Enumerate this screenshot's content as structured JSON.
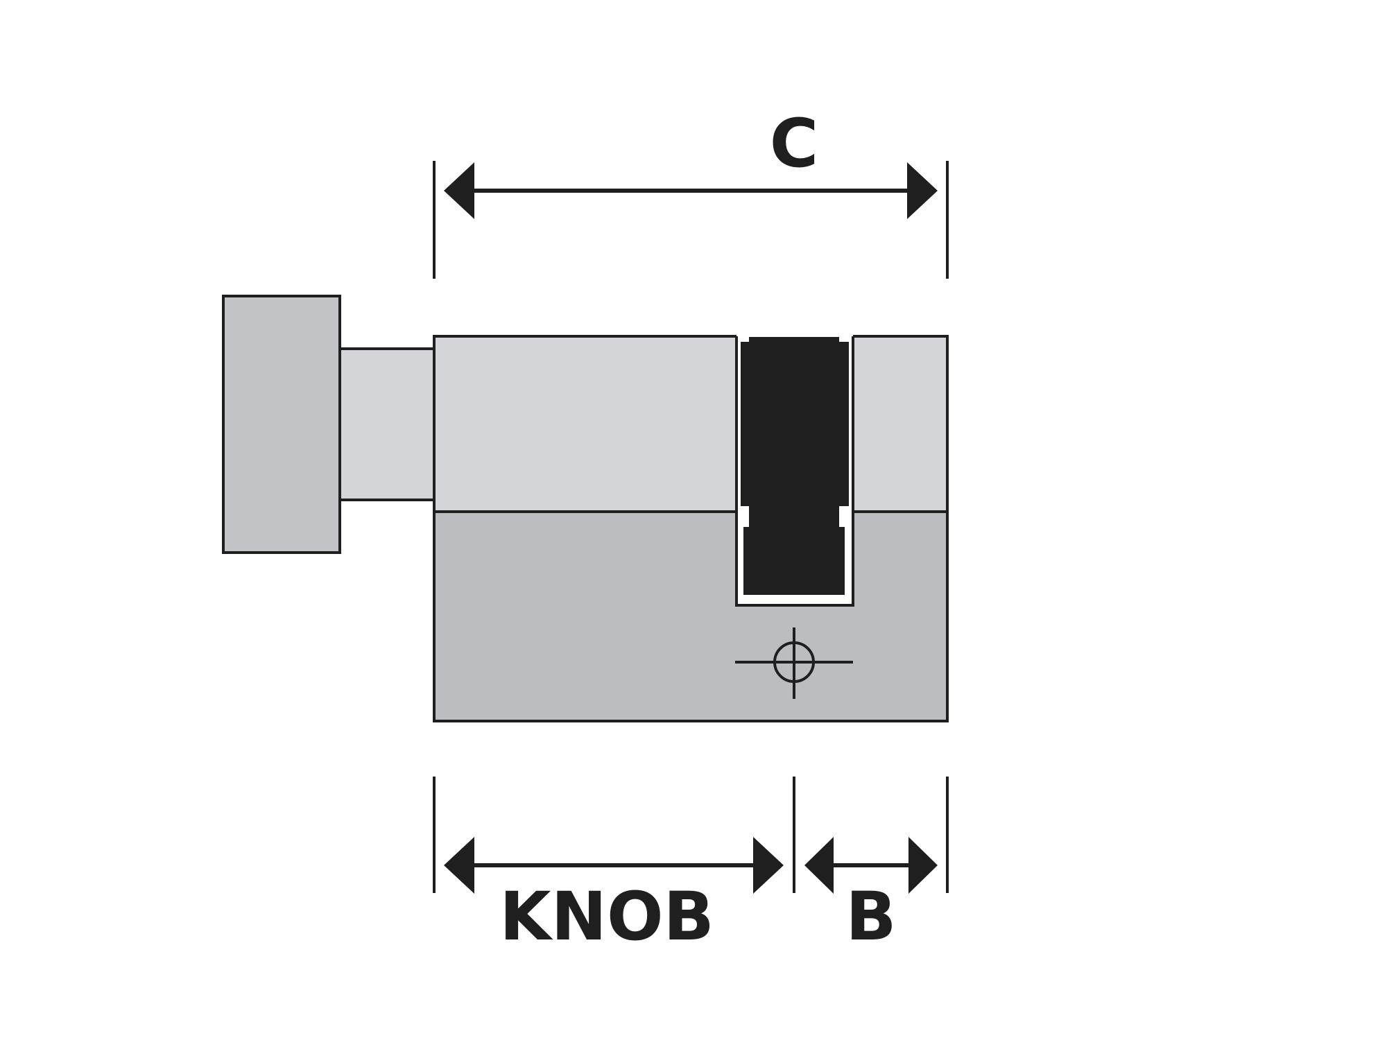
{
  "labels": {
    "c": "C",
    "knob": "KNOB",
    "b": "B"
  },
  "colors": {
    "background": "#ffffff",
    "outline": "#1f1f1f",
    "body_upper": "#d4d5d8",
    "body_lower": "#bcbdc1",
    "knob": "#c3c4c8",
    "neck": "#d4d5d8",
    "cam": "#1f1f1f"
  }
}
